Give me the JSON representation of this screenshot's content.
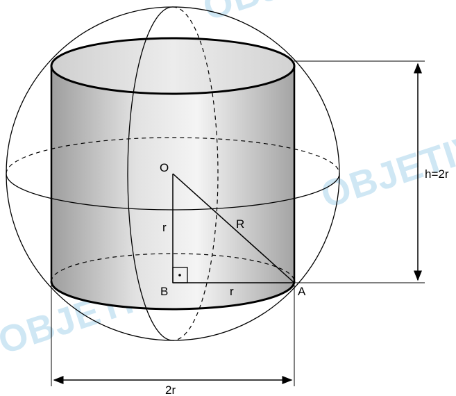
{
  "figure": {
    "labels": {
      "center": "O",
      "base_center": "B",
      "base_point": "A",
      "radius_vertical": "r",
      "radius_horizontal": "r",
      "sphere_radius": "R",
      "height": "h=2r",
      "diameter": "2r"
    },
    "watermark": "OBJETIVO"
  }
}
